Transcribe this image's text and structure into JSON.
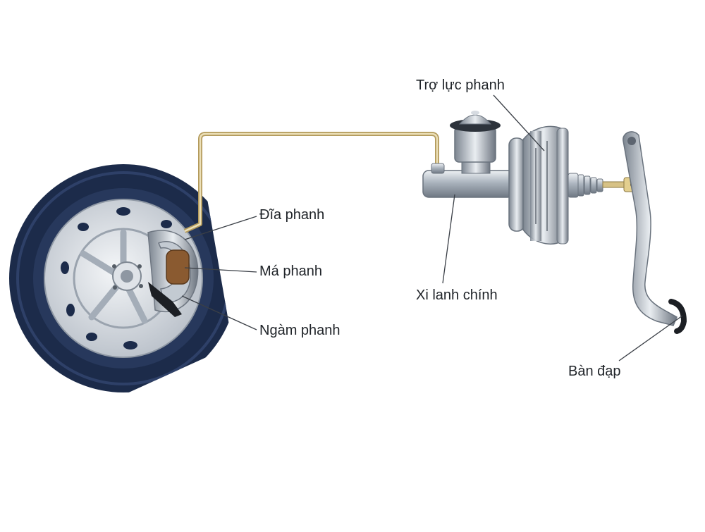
{
  "labels": {
    "brake_disc": "Đĩa phanh",
    "brake_pad": "Má phanh",
    "brake_caliper": "Ngàm phanh",
    "brake_booster": "Trợ lực phanh",
    "master_cylinder": "Xi lanh chính",
    "brake_pedal": "Bàn đạp"
  },
  "colors": {
    "tire": "#1c2b4a",
    "rim": "#c9ced6",
    "brake_line": "#c9b27a",
    "pad": "#8a5a30",
    "metal": "#b3bcc6",
    "leader_line": "#3a3f46"
  }
}
